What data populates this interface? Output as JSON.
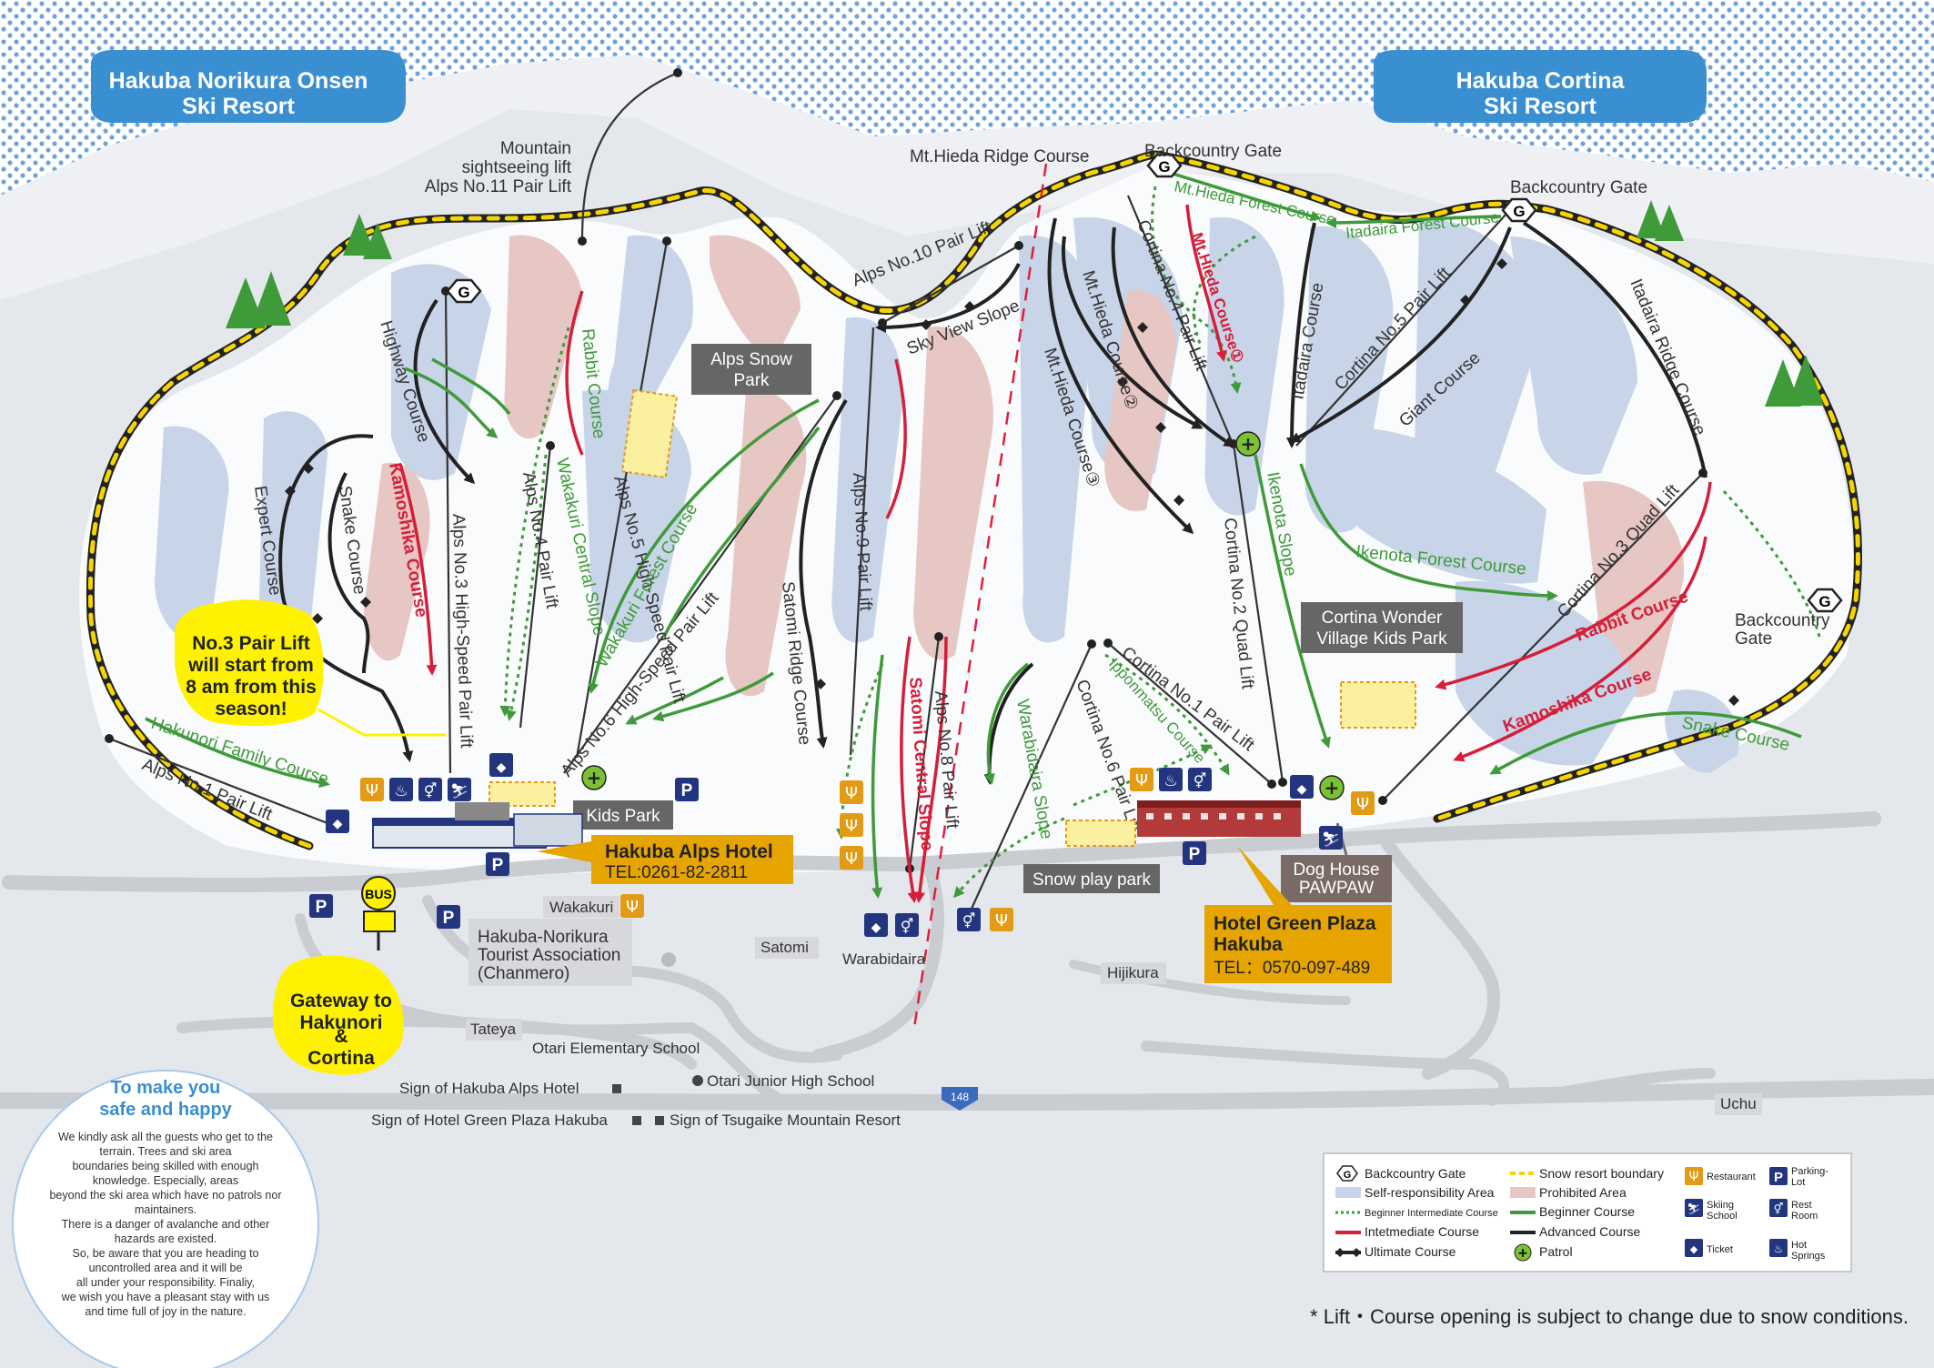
{
  "resorts": {
    "left": "Hakuba Norikura Onsen Ski Resort",
    "left_l1": "Hakuba Norikura Onsen",
    "left_l2": "Ski Resort",
    "right_l1": "Hakuba Cortina",
    "right_l2": "Ski Resort"
  },
  "lifts": {
    "mountain_l1": "Mountain",
    "mountain_l2": "sightseeing lift",
    "mountain_l3": "Alps No.11 Pair Lift",
    "alps10": "Alps No.10 Pair Lift",
    "alps1": "Alps No.1 Pair Lift",
    "alps3": "Alps No.3 High-Speed Pair Lift",
    "alps4": "Alps No.4 Pair Lift",
    "alps5": "Alps No.5 High-Speed Pair Lift",
    "alps6": "Alps No.6 High-Speed Pair Lift",
    "alps9": "Alps No.9 Pair Lift",
    "alps8": "Alps No.8 Pair Lift",
    "cortina1": "Cortina No.1 Pair Lift",
    "cortina2": "Cortina No.2 Quad Lift",
    "cortina3": "Cortina No.3 Quad Lift",
    "cortina4": "Cortina No.4 Pair Lift",
    "cortina5": "Cortina No.5 Pair Lift",
    "cortina6": "Cortina No.6 Pair Lift"
  },
  "courses": {
    "mt_hieda_ridge": "Mt.Hieda Ridge Course",
    "mt_hieda_forest": "Mt.Hieda Forest Course",
    "itadaira_forest": "Itadaira Forest Course",
    "mt_hieda_1": "Mt.Hieda Course①",
    "mt_hieda_2": "Mt.Hieda Course②",
    "mt_hieda_3": "Mt.Hieda Course③",
    "itadaira": "Itadaira Course",
    "giant": "Giant Course",
    "itadaira_ridge": "Itadaira Ridge Course",
    "highway": "Highway Course",
    "rabbit_left": "Rabbit Course",
    "kamoshika_left": "Kamoshika Course",
    "expert": "Expert Course",
    "snake_left": "Snake Course",
    "wakakuri_central": "Wakakuri Central Slope",
    "wakakuri_forest": "Wakakuri Forest Course",
    "sky_view": "Sky View Slope",
    "satomi_ridge": "Satomi Ridge Course",
    "satomi_central": "Satomi Central Slope",
    "warabidaira": "Warabidaira Slope",
    "ipponmatsu": "Ipponmatsu Course",
    "ikenota": "Ikenota Slope",
    "ikenota_forest": "Ikenota Forest Course",
    "rabbit_right": "Rabbit Course",
    "kamoshika_right": "Kamoshika Course",
    "snake_right": "Snake Course",
    "hakunori_family": "Hakunori Family Course"
  },
  "gates": {
    "top": "Backcountry Gate",
    "right_top": "Backcountry Gate",
    "right_l1": "Backcountry",
    "right_l2": "Gate"
  },
  "boxes": {
    "alps_snow_park_l1": "Alps Snow",
    "alps_snow_park_l2": "Park",
    "kids_park": "Kids Park",
    "cortina_kids_l1": "Cortina Wonder",
    "cortina_kids_l2": "Village Kids Park",
    "snow_play": "Snow play park",
    "dog_l1": "Dog House",
    "dog_l2": "PAWPAW",
    "tourist_l1": "Hakuba-Norikura",
    "tourist_l2": "Tourist Association",
    "tourist_l3": "(Chanmero)"
  },
  "hotels": {
    "alps_name": "Hakuba Alps Hotel",
    "alps_tel": "TEL:0261-82-2811",
    "green_l1": "Hotel Green Plaza",
    "green_l2": "Hakuba",
    "green_tel": "TEL：0570-097-489"
  },
  "callouts": {
    "lift_l1": "No.3 Pair Lift",
    "lift_l2": "will start from",
    "lift_l3": "8 am from this",
    "lift_l4": "season!",
    "gateway_l1": "Gateway to",
    "gateway_l2": "Hakunori",
    "gateway_l3": "&",
    "gateway_l4": "Cortina",
    "bus": "BUS"
  },
  "places": {
    "wakakuri": "Wakakuri",
    "satomi": "Satomi",
    "warabidaira": "Warabidaira",
    "hijikura": "Hijikura",
    "tateya": "Tateya",
    "uchu": "Uchu",
    "otari_elem": "Otari Elementary School",
    "otari_junior": "Otari Junior High School",
    "sign_alps": "Sign of Hakuba Alps Hotel",
    "sign_green": "Sign of Hotel Green Plaza Hakuba",
    "sign_tsugaike": "Sign of Tsugaike Mountain Resort",
    "route": "148"
  },
  "safety": {
    "title_l1": "To make you",
    "title_l2": "safe and happy",
    "lines": [
      "We kindly ask all the guests who get to the",
      "terrain. Trees and ski area",
      "boundaries being skilled with enough",
      "knowledge. Especially, areas",
      "beyond the ski area which have no patrols nor",
      "maintainers.",
      "There is a danger of avalanche and other",
      "hazards are existed.",
      "So, be aware that you are heading to",
      "uncontrolled area and it will be",
      "all under your responsibility. Finaliy,",
      "we wish you have a pleasant stay with us",
      "and time full of joy in the nature."
    ]
  },
  "legend": {
    "gate": "Backcountry Gate",
    "boundary": "Snow resort boundary",
    "restaurant": "Restaurant",
    "parking_l1": "Parking-",
    "parking_l2": "Lot",
    "self_resp": "Self-responsibility Area",
    "prohibited": "Prohibited Area",
    "skiing_l1": "Skiing",
    "skiing_l2": "School",
    "rest_l1": "Rest",
    "rest_l2": "Room",
    "beg_int": "Beginner Intermediate Course",
    "beginner": "Beginner  Course",
    "intermediate": "Intetmediate Course",
    "advanced": "Advanced Course",
    "ultimate": "Ultimate Course",
    "patrol": "Patrol",
    "ticket": "Ticket",
    "hot_l1": "Hot",
    "hot_l2": "Springs"
  },
  "icons": {
    "gate_glyph": "G",
    "parking_glyph": "P",
    "restaurant_glyph": "Ψ",
    "ticket_glyph": "◆",
    "school_glyph": "⛷",
    "rest_glyph": "⚥",
    "spa_glyph": "♨",
    "patrol_glyph": "+"
  },
  "colors": {
    "sky_blue": "#3a8fd0",
    "boundary_yellow": "#f5d400",
    "beginner_green": "#3f9a3a",
    "intermediate_red": "#d51f3a",
    "advanced_black": "#222222",
    "self_resp_area": "#c8d4e8",
    "prohibited_area": "#e6c7c4",
    "hotel_box": "#e6a400",
    "icon_blue": "#23357e",
    "icon_orange": "#e39a14",
    "patrol_green": "#7ac234"
  },
  "footnote": "* Lift・Course opening is subject to change due to snow conditions."
}
